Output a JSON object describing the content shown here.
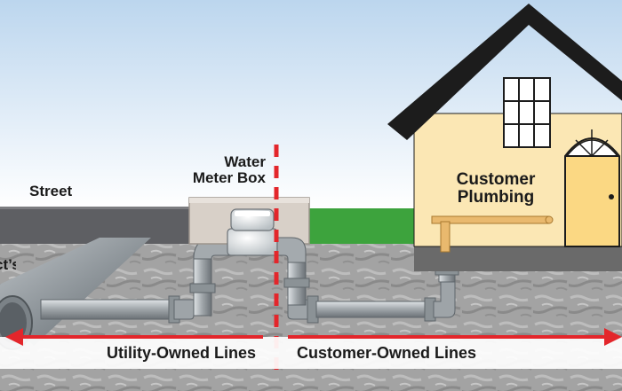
{
  "labels": {
    "street": "Street",
    "water_meter_line1": "Water",
    "water_meter_line2": "Meter Box",
    "customer_plumbing_line1": "Customer",
    "customer_plumbing_line2": "Plumbing",
    "district_fragment": "ct’s",
    "utility_owned": "Utility-Owned Lines",
    "customer_owned": "Customer-Owned Lines"
  },
  "colors": {
    "sky_top": "#bcd6ee",
    "sky_bottom": "#ffffff",
    "street": "#5e5f63",
    "grass": "#3da33d",
    "soil": "#9a9a9a",
    "house_wall": "#fbe7b4",
    "roof": "#1c1c1c",
    "door": "#fbd883",
    "meter_box": "#d8d0c8",
    "pipe": "#9ea4a8",
    "arrow_red": "#e3262b",
    "label_band": "#ffffff"
  }
}
